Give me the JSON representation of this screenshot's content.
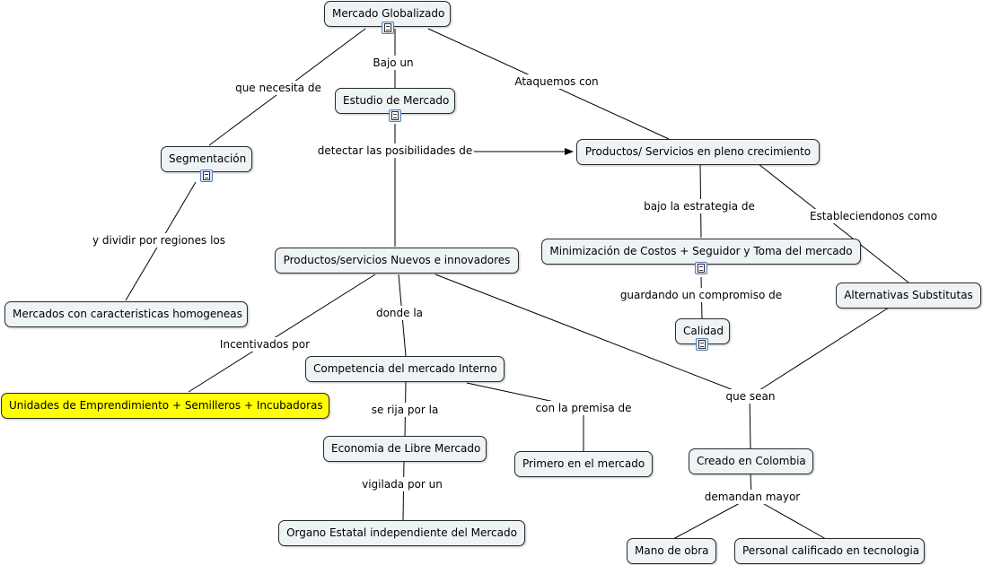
{
  "nodes": {
    "mercado_globalizado": "Mercado Globalizado",
    "estudio_mercado": "Estudio de Mercado",
    "segmentacion": "Segmentación",
    "productos_crecimiento": "Productos/ Servicios en pleno crecimiento",
    "productos_nuevos": "Productos/servicios Nuevos e innovadores",
    "minimizacion": "Minimización de Costos + Seguidor y Toma del mercado",
    "alternativas": "Alternativas Substitutas",
    "mercados_homogeneas": "Mercados con caracteristicas homogeneas",
    "calidad": "Calidad",
    "unidades": "Unidades de Emprendimiento + Semilleros + Incubadoras",
    "competencia": "Competencia del mercado Interno",
    "economia": "Economia de Libre Mercado",
    "primero": "Primero en el mercado",
    "creado_colombia": "Creado en Colombia",
    "organo": "Organo Estatal independiente del Mercado",
    "mano_obra": "Mano de obra",
    "personal": "Personal calificado en tecnologia"
  },
  "links": {
    "bajo_un": "Bajo un",
    "que_necesita_de": "que necesita de",
    "ataquemos_con": "Ataquemos con",
    "detectar": "detectar las posibilidades de",
    "bajo_estrategia": "bajo la estrategia de",
    "estableciendonos": "Estableciendonos como",
    "y_dividir": "y dividir por regiones los",
    "guardando": "guardando un compromiso de",
    "donde_la": "donde la",
    "incentivados": "Incentivados por",
    "que_sean": "que sean",
    "se_rija": "se rija por la",
    "con_premisa": "con la premisa de",
    "vigilada": "vigilada por un",
    "demandan": "demandan mayor"
  },
  "colors": {
    "node_fill": "#eef3f6",
    "highlight_fill": "#ffff00",
    "line": "#000000"
  },
  "icons": [
    "document-icon"
  ]
}
